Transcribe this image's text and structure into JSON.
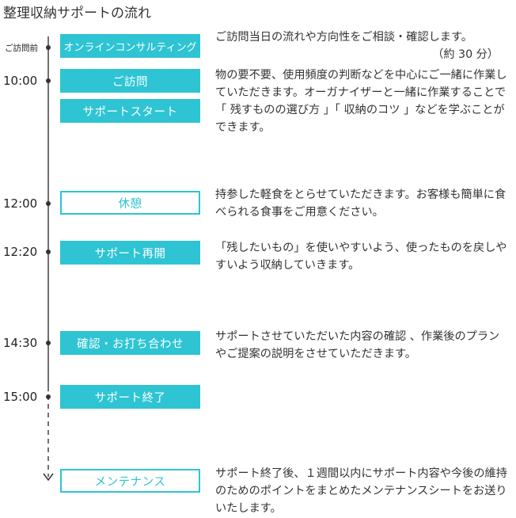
{
  "title": "整理収納サポートの流れ",
  "colors": {
    "accent": "#2ec4d3",
    "line": "#333333",
    "text": "#333333"
  },
  "icons": {
    "timeline_dot": "dot-icon",
    "timeline_end": "arrow-down-icon"
  },
  "steps": [
    {
      "time": "ご訪問前",
      "label": "オンラインコンサルティング",
      "desc": "ご訪問当日の流れや方向性をご相談・確認します。",
      "note": "（約 30 分）"
    },
    {
      "time": "10:00",
      "label": "ご訪問",
      "label2": "サポートスタート",
      "desc": "物の要不要、使用頻度の判断などを中心にご一緒に作業していただきます。オーガナイザーと一緒に作業することで「 残すものの選び方 」「 収納のコツ 」などを学ぶことができます。"
    },
    {
      "time": "12:00",
      "label": "休憩",
      "desc": "持参した軽食をとらせていただきます。お客様も簡単に食べられる食事をご用意ください。"
    },
    {
      "time": "12:20",
      "label": "サポート再開",
      "desc": "「残したいもの」を使いやすいよう、使ったものを戻しやすいよう収納していきます。"
    },
    {
      "time": "14:30",
      "label": "確認・お打ち合わせ",
      "desc": "サポートさせていただいた内容の確認 、作業後のプランやご提案の説明をさせていただきます。"
    },
    {
      "time": "15:00",
      "label": "サポート終了"
    },
    {
      "label": "メンテナンス",
      "desc": "サポート終了後、１週間以内にサポート内容や今後の維持のためのポイントをまとめたメンテナンスシートをお送りいたします。"
    }
  ]
}
